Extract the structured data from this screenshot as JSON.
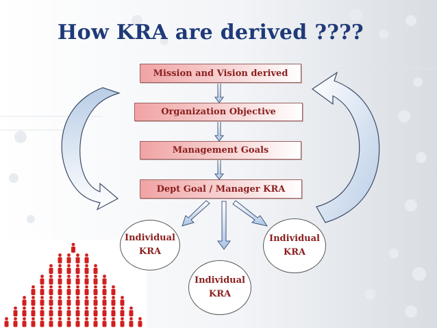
{
  "slide": {
    "title": "How KRA are derived ????",
    "steps": [
      "Mission and Vision derived",
      "Organization Objective",
      "Management Goals",
      "Dept Goal / Manager KRA"
    ],
    "kra_nodes": [
      {
        "line1": "Individual",
        "line2": "KRA"
      },
      {
        "line1": "Individual",
        "line2": "KRA"
      },
      {
        "line1": "Individual",
        "line2": "KRA"
      }
    ]
  },
  "colors": {
    "title": "#1f3a78",
    "step_text": "#8a1e1e",
    "step_fill_start": "#f1a3a3",
    "figure_red": "#d11f1f",
    "arrow_blue": "#c9dcf3"
  },
  "icons": {
    "left_arrow": "curved-arrow-icon",
    "right_arrow": "curved-arrow-icon",
    "pyramid": "people-pyramid-icon"
  }
}
